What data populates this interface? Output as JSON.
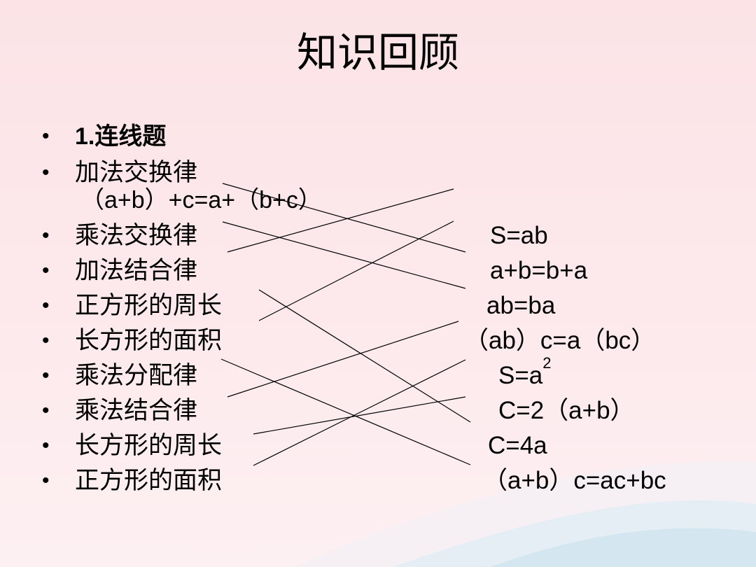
{
  "title": "知识回顾",
  "heading": "1.连线题",
  "sub_formula": "（a+b）+c=a+（b+c）",
  "left_items": [
    "加法交换律",
    "乘法交换律",
    "加法结合律",
    "正方形的周长",
    "长方形的面积",
    "乘法分配律",
    "乘法结合律",
    "长方形的周长",
    "正方形的面积"
  ],
  "right_items": [
    {
      "text": "S=ab"
    },
    {
      "text": "a+b=b+a"
    },
    {
      "text": "ab=ba"
    },
    {
      "text": "（ab）c=a（bc）"
    },
    {
      "text": "S=a",
      "sup": "2"
    },
    {
      "text": "C=2（a+b）"
    },
    {
      "text": "C=4a"
    },
    {
      "text": "（a+b）c=ac+bc"
    }
  ],
  "bullet_symbol": "•",
  "colors": {
    "background": "#fbe3e6",
    "text": "#000000",
    "line": "#000000"
  }
}
